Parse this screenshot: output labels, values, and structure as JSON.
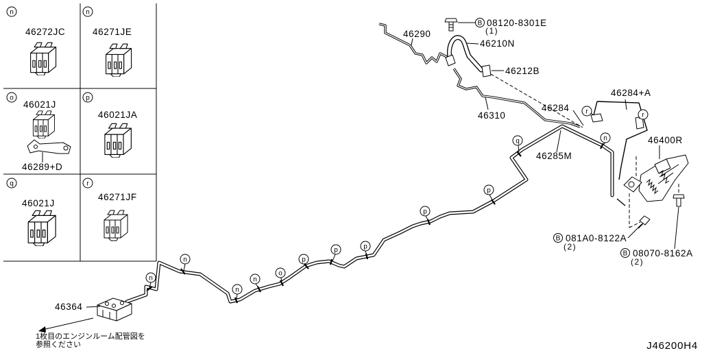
{
  "diagram_code": "J46200H4",
  "note_lines": [
    "1枚目のエンジンルーム配管図を",
    "参照ください"
  ],
  "panel": {
    "cells": [
      {
        "marker": "n",
        "part": "46272JC"
      },
      {
        "marker": "n",
        "part": "46271JE"
      },
      {
        "marker": "o",
        "part": "46021J",
        "part2": "46289+D"
      },
      {
        "marker": "p",
        "part": "46021JA"
      },
      {
        "marker": "q",
        "part": "46021J"
      },
      {
        "marker": "r",
        "part": "46271JF"
      }
    ]
  },
  "labels": {
    "p46290": "46290",
    "p46210N": "46210N",
    "p46212B": "46212B",
    "p46310": "46310",
    "p46284": "46284",
    "p46284A": "46284+A",
    "p46400R": "46400R",
    "p46285M": "46285M",
    "p46364": "46364"
  },
  "bolts": [
    {
      "marker": "B",
      "part": "08120-8301E",
      "qty": "(1)"
    },
    {
      "marker": "B",
      "part": "081A0-8122A",
      "qty": "(2)"
    },
    {
      "marker": "B",
      "part": "08070-8162A",
      "qty": "(2)"
    }
  ],
  "clip_markers": [
    "r",
    "r",
    "q",
    "n",
    "p",
    "p",
    "p",
    "p",
    "p",
    "o",
    "n",
    "n",
    "n",
    "n"
  ]
}
